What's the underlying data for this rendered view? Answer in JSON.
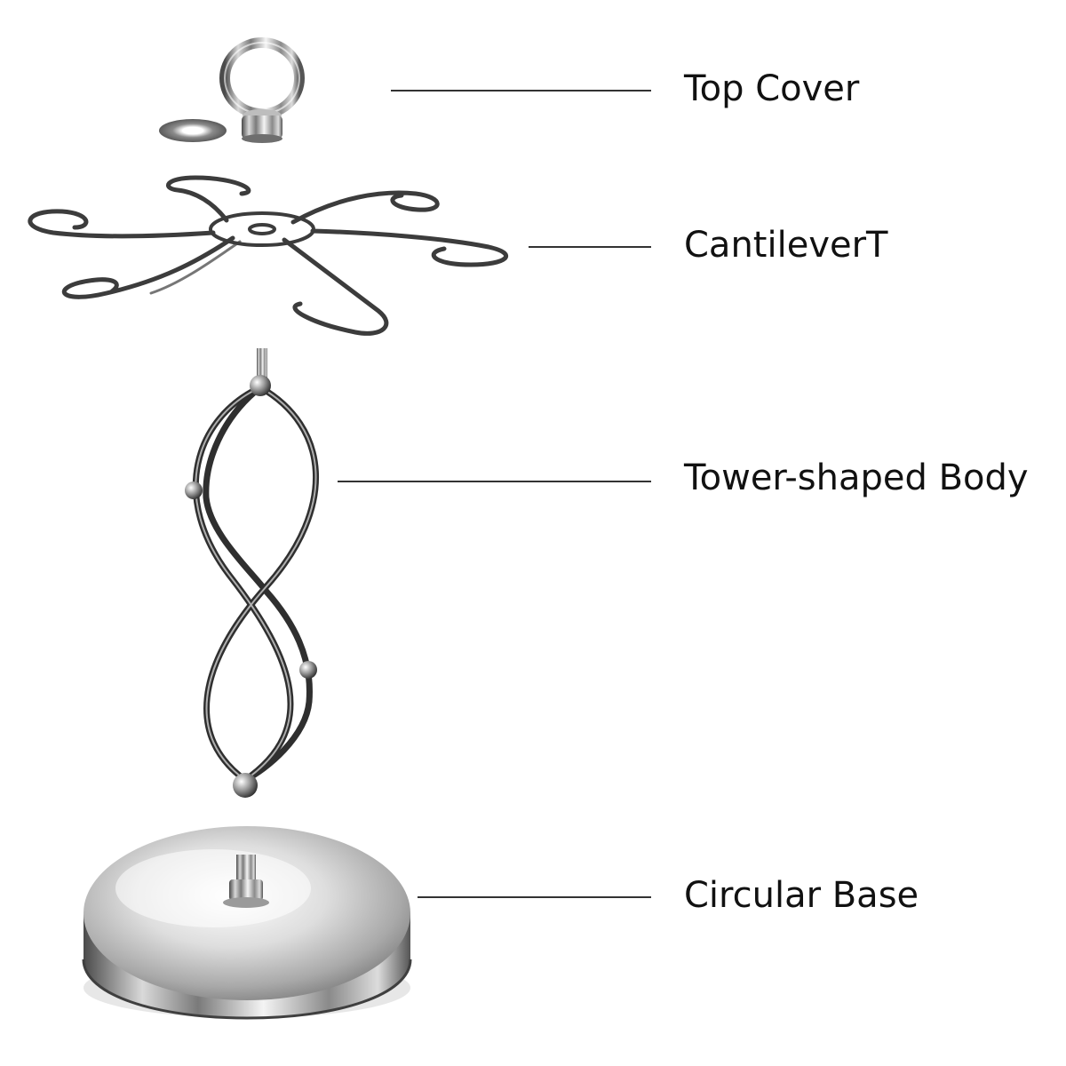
{
  "parts": [
    {
      "id": "top-cover",
      "label": "Top Cover"
    },
    {
      "id": "cantilever",
      "label": "CantileverT"
    },
    {
      "id": "tower-body",
      "label": "Tower-shaped Body"
    },
    {
      "id": "circular-base",
      "label": "Circular Base"
    }
  ],
  "colors": {
    "leader_line": "#333333",
    "metal_dark": "#3a3a3a",
    "metal_mid": "#8c8c8c",
    "metal_light": "#e8e8e8"
  }
}
